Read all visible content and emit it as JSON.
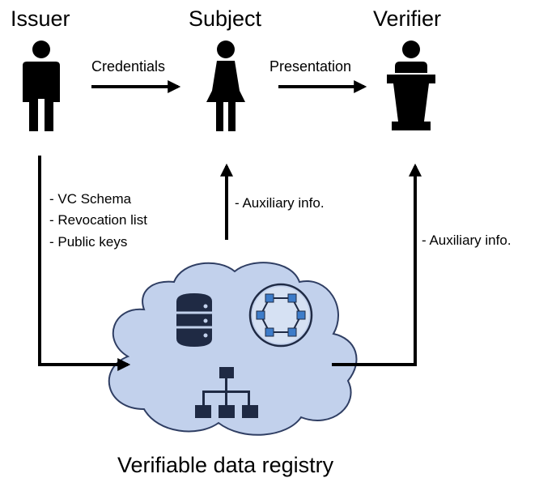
{
  "roles": {
    "issuer": "Issuer",
    "subject": "Subject",
    "verifier": "Verifier"
  },
  "flows": {
    "credentials": "Credentials",
    "presentation": "Presentation",
    "issuer_to_registry": [
      "- VC Schema",
      "- Revocation list",
      "- Public keys"
    ],
    "registry_to_subject": "- Auxiliary info.",
    "registry_to_verifier": "- Auxiliary info."
  },
  "registry": {
    "title": "Verifiable data registry",
    "icons": [
      "database-icon",
      "network-icon",
      "hierarchy-icon"
    ]
  },
  "colors": {
    "cloud_fill": "#c2d1ec",
    "cloud_stroke": "#2f3e63",
    "icon_dark": "#1f2a44",
    "node_blue": "#3d7cc9",
    "arrow": "#000000"
  }
}
